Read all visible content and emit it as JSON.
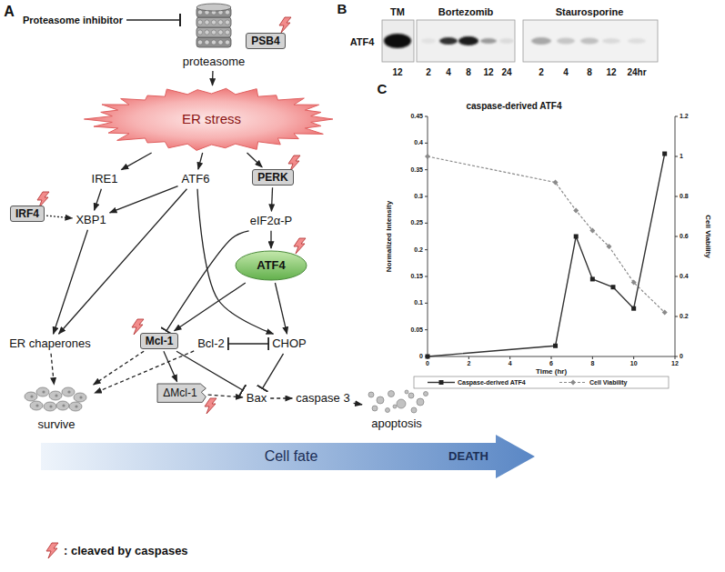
{
  "diagram": {
    "nodes": [
      {
        "text": [
          "Proteasome inhibitor"
        ]
      },
      {
        "text": [
          "PSB4"
        ]
      },
      {
        "text": [
          "proteasome"
        ]
      },
      {
        "text": [
          "ER stress"
        ]
      },
      {
        "text": [
          "IRE1"
        ]
      },
      {
        "text": [
          "ATF6"
        ]
      },
      {
        "text": [
          "PERK"
        ]
      },
      {
        "text": [
          "IRF4"
        ]
      },
      {
        "text": [
          "XBP1"
        ]
      },
      {
        "text": [
          "eIF2α-P"
        ]
      },
      {
        "text": [
          "ATF4"
        ]
      },
      {
        "text": [
          "ER chaperones"
        ]
      },
      {
        "text": [
          "Mcl-1"
        ]
      },
      {
        "text": [
          "Bcl-2"
        ]
      },
      {
        "text": [
          "CHOP"
        ]
      },
      {
        "text": [
          "survive"
        ]
      },
      {
        "text": [
          "ΔMcl-1"
        ]
      },
      {
        "text": [
          "Bax"
        ]
      },
      {
        "text": [
          "caspase 3"
        ]
      },
      {
        "text": [
          "apoptosis"
        ]
      },
      {
        "text": [
          "Cell fate",
          "DEATH"
        ]
      }
    ],
    "edges": [
      {
        "from": 0,
        "to": 2,
        "arrow": "to"
      },
      {
        "from": 2,
        "to": 3,
        "arrow": "to"
      },
      {
        "from": 3,
        "to": 4,
        "arrow": "to"
      },
      {
        "from": 3,
        "to": 5,
        "arrow": "to"
      },
      {
        "from": 3,
        "to": 6,
        "arrow": "to"
      },
      {
        "from": 4,
        "to": 8,
        "arrow": "to"
      },
      {
        "from": 5,
        "to": 8,
        "arrow": "to"
      },
      {
        "from": 7,
        "to": 8,
        "arrow": "to"
      },
      {
        "from": 6,
        "to": 9,
        "arrow": "to"
      },
      {
        "from": 9,
        "to": 10,
        "arrow": "to"
      },
      {
        "from": 9,
        "to": 12,
        "arrow": "to"
      },
      {
        "from": 10,
        "to": 12,
        "arrow": "to"
      },
      {
        "from": 10,
        "to": 14,
        "arrow": "to"
      },
      {
        "from": 5,
        "to": 11,
        "arrow": "to"
      },
      {
        "from": 5,
        "to": 14,
        "arrow": "to"
      },
      {
        "from": 8,
        "to": 11,
        "arrow": "to"
      },
      {
        "from": 11,
        "to": 15,
        "arrow": "to"
      },
      {
        "from": 12,
        "to": 15,
        "arrow": "to"
      },
      {
        "from": 13,
        "to": 15,
        "arrow": "to"
      },
      {
        "from": 12,
        "to": 16,
        "arrow": "to"
      },
      {
        "from": 12,
        "to": 17,
        "arrow": "to"
      },
      {
        "from": 13,
        "to": 14,
        "arrow": "both"
      },
      {
        "from": 14,
        "to": 17,
        "arrow": "to"
      },
      {
        "from": 16,
        "to": 17,
        "arrow": "to"
      },
      {
        "from": 17,
        "to": 18,
        "arrow": "to"
      },
      {
        "from": 18,
        "to": 19,
        "arrow": "to"
      }
    ],
    "labels": [
      "A",
      "B",
      "C",
      "TM",
      "Bortezomib",
      "Staurosporine",
      "ATF4",
      "12",
      "2",
      "4",
      "8",
      "12",
      "24",
      "2",
      "4",
      "8",
      "12",
      "24hr",
      "caspase-derived ATF4",
      "Normalized Intensity",
      "Cell Viability",
      "Time (hr)",
      "0.45",
      "0.4",
      "0.35",
      "0.3",
      "0.25",
      "0.2",
      "0.15",
      "0.1",
      "0.05",
      "0",
      "1.2",
      "1",
      "0.8",
      "0.6",
      "0.4",
      "0.2",
      "0",
      "0",
      "2",
      "4",
      "6",
      "8",
      "10",
      "12"
    ],
    "legend": [
      {
        "text": "Caspase-derived ATF4"
      },
      {
        "text": "Cell Viability"
      },
      {
        "text": ": cleaved by caspases"
      }
    ]
  }
}
